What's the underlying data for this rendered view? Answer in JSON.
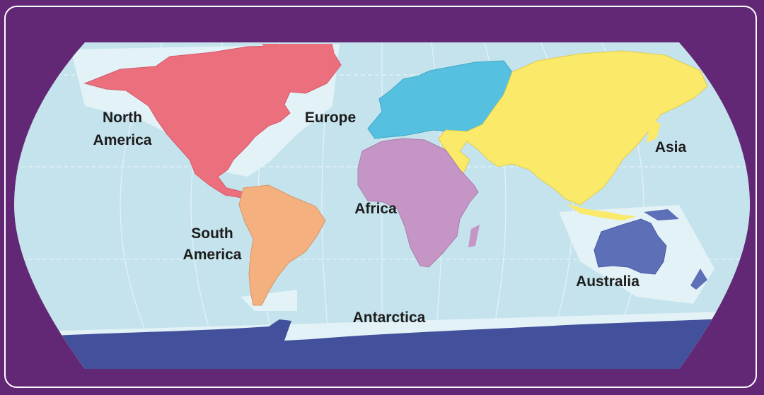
{
  "map": {
    "colors": {
      "frame_background": "#622876",
      "ocean": "#c5e3ec",
      "shelf": "#e2f2f7",
      "north_america": "#ec6f7e",
      "south_america": "#f4b07e",
      "europe": "#56c0e0",
      "asia": "#fbe96a",
      "africa": "#c595c5",
      "australia": "#5d6fb6",
      "antarctica": "#43509b"
    },
    "labels": {
      "north_america": [
        "North",
        "America"
      ],
      "europe": "Europe",
      "asia": "Asia",
      "africa": "Africa",
      "south_america": [
        "South",
        "America"
      ],
      "australia": "Australia",
      "antarctica": "Antarctica"
    }
  }
}
